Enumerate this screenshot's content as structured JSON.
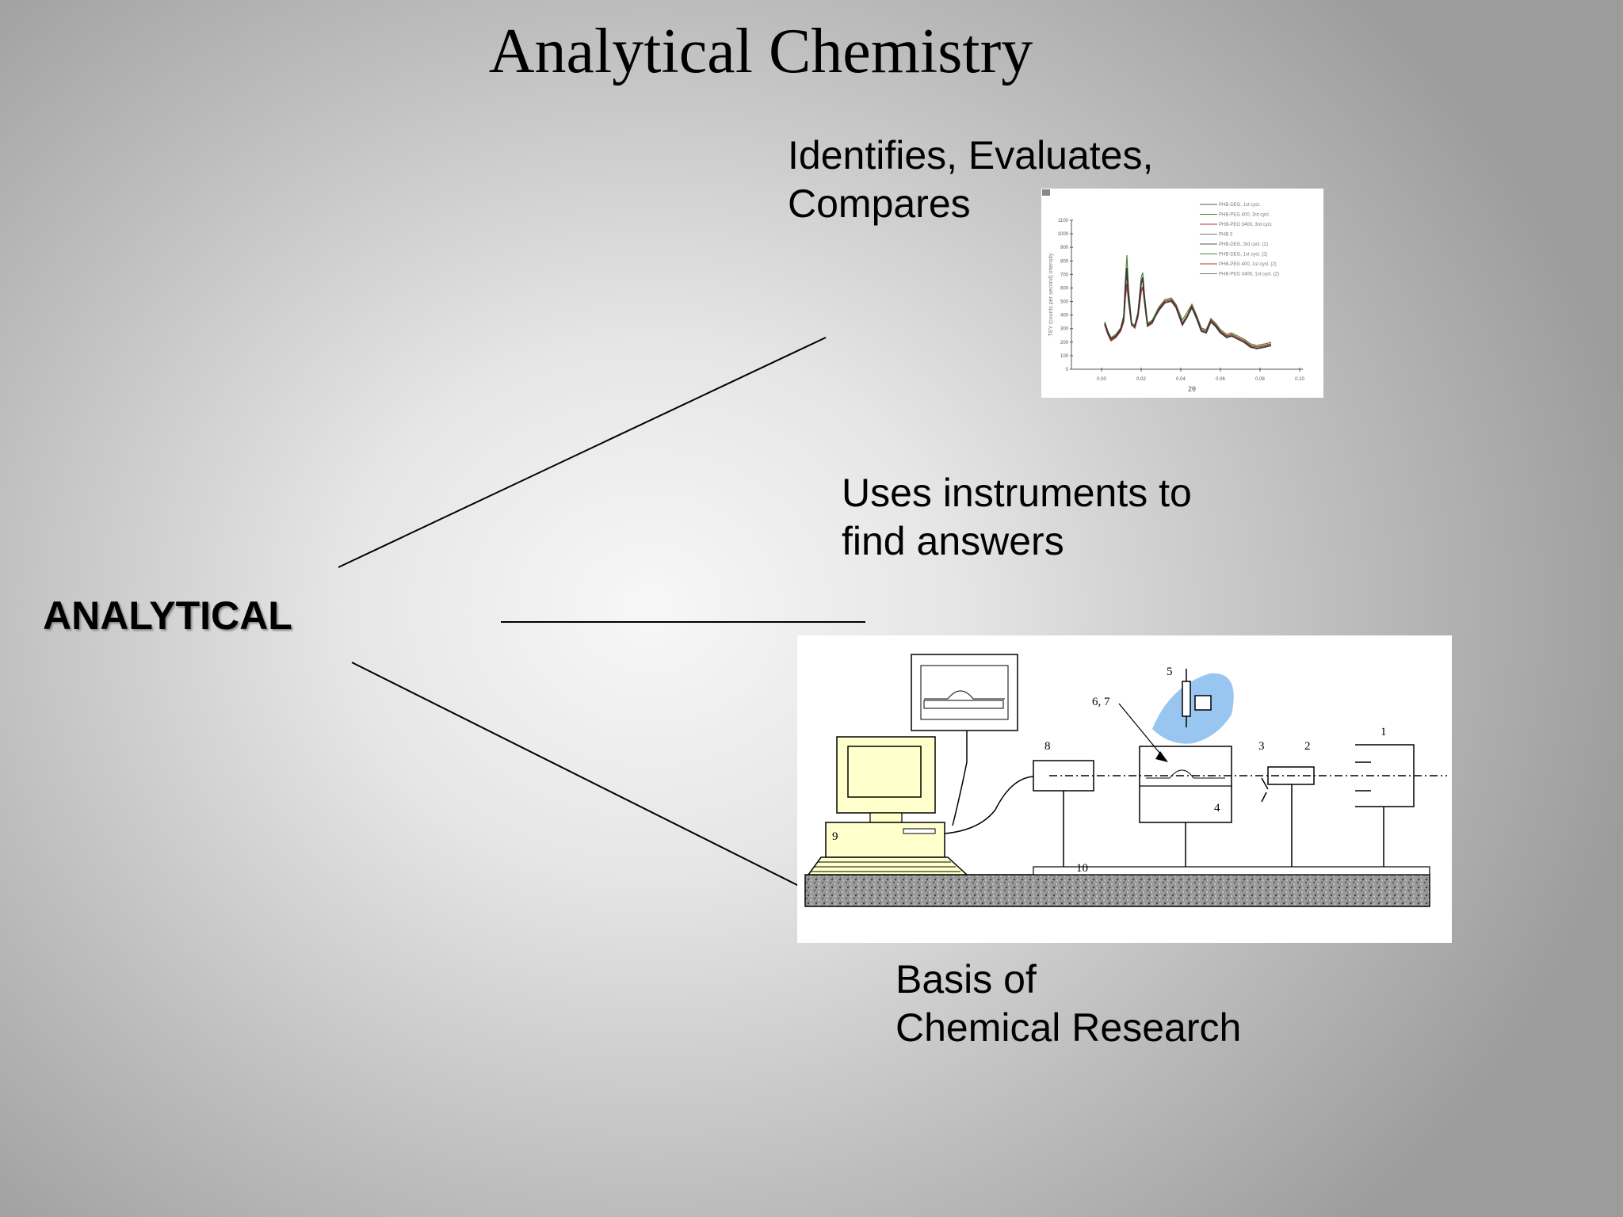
{
  "slide": {
    "title": "Analytical Chemistry",
    "center_label": "ANALYTICAL",
    "branches": [
      {
        "line1": "Identifies, Evaluates,",
        "line2": "Compares"
      },
      {
        "line1": "Uses instruments to",
        "line2": "find answers"
      },
      {
        "line1": "Basis of",
        "line2": "Chemical Research"
      }
    ]
  },
  "spectrum_figure": {
    "legend": [
      "PHB-DEG, 1st cycl.",
      "PHB-PEG 400, 3rd cycl.",
      "PHB-PEG 3400, 3rd cycl.",
      "PHB 3",
      "PHB-DEG, 3rd cycl. (2)",
      "PHB-DEG, 1st cycl. (2)",
      "PHB-PEG 400, 1st cycl. (2)",
      "PHB-PEG 3400, 1st cycl. (2)"
    ],
    "y_ticks": [
      "1100",
      "1000",
      "900",
      "800",
      "700",
      "600",
      "500",
      "400",
      "300",
      "200",
      "100",
      "0"
    ],
    "x_ticks": [
      "0.00",
      "0.02",
      "0.04",
      "0.06",
      "0.08",
      "0.10"
    ],
    "x_label": "2θ",
    "y_label": "TEY (counts per second) intensity",
    "colors": {
      "line_dark": "#3a3a3a",
      "line_red": "#b03030",
      "line_green": "#4a8a3a"
    }
  },
  "apparatus_figure": {
    "labels": [
      "5",
      "6, 7",
      "8",
      "3",
      "2",
      "1",
      "4",
      "9",
      "10"
    ],
    "colors": {
      "monitor": "#ffffcc",
      "mist": "#8ec0f0",
      "bench": "#8a8a8a"
    }
  }
}
